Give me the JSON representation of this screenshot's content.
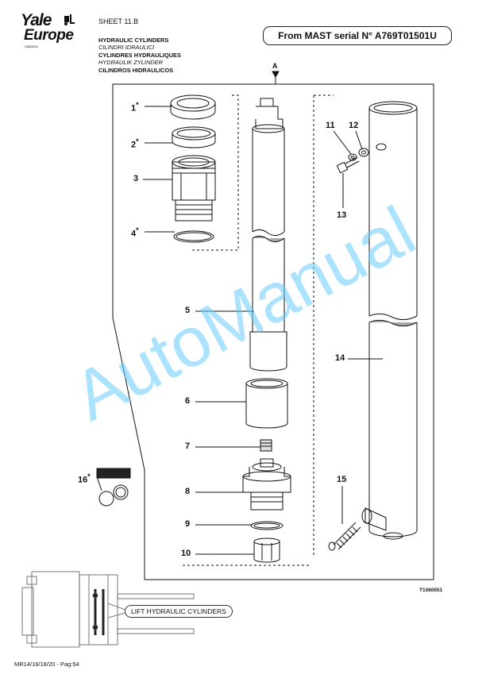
{
  "header": {
    "brand_line1": "Yale",
    "brand_line2": "Europe",
    "brand_code": "CB80004",
    "sheet": "SHEET  11.B",
    "titles": [
      {
        "text": "HYDRAULIC CYLINDERS",
        "style": "b"
      },
      {
        "text": "CILINDRI IDRAULICI",
        "style": "i"
      },
      {
        "text": "CYLINDRES HYDRAULIQUES",
        "style": "b"
      },
      {
        "text": "HYDRAULIK ZYLINDER",
        "style": "i"
      },
      {
        "text": "CILINDROS HIDRAULICOS",
        "style": "b"
      }
    ],
    "serial": "From MAST serial N° A769T01501U"
  },
  "diagram": {
    "view_label": "A",
    "parts": [
      "1",
      "2",
      "3",
      "4",
      "5",
      "6",
      "7",
      "8",
      "9",
      "10",
      "11",
      "12",
      "13",
      "14",
      "15",
      "16"
    ],
    "starred": [
      "1",
      "2",
      "4",
      "16"
    ],
    "drawing_code": "T1060051",
    "callout": "LIFT HYDRAULIC CYLINDERS"
  },
  "footer": {
    "page": "MR14/16/18/20 - Pag:54"
  },
  "watermark": "AutoManual",
  "colors": {
    "ink": "#111111",
    "watermark": "#66ccff"
  }
}
